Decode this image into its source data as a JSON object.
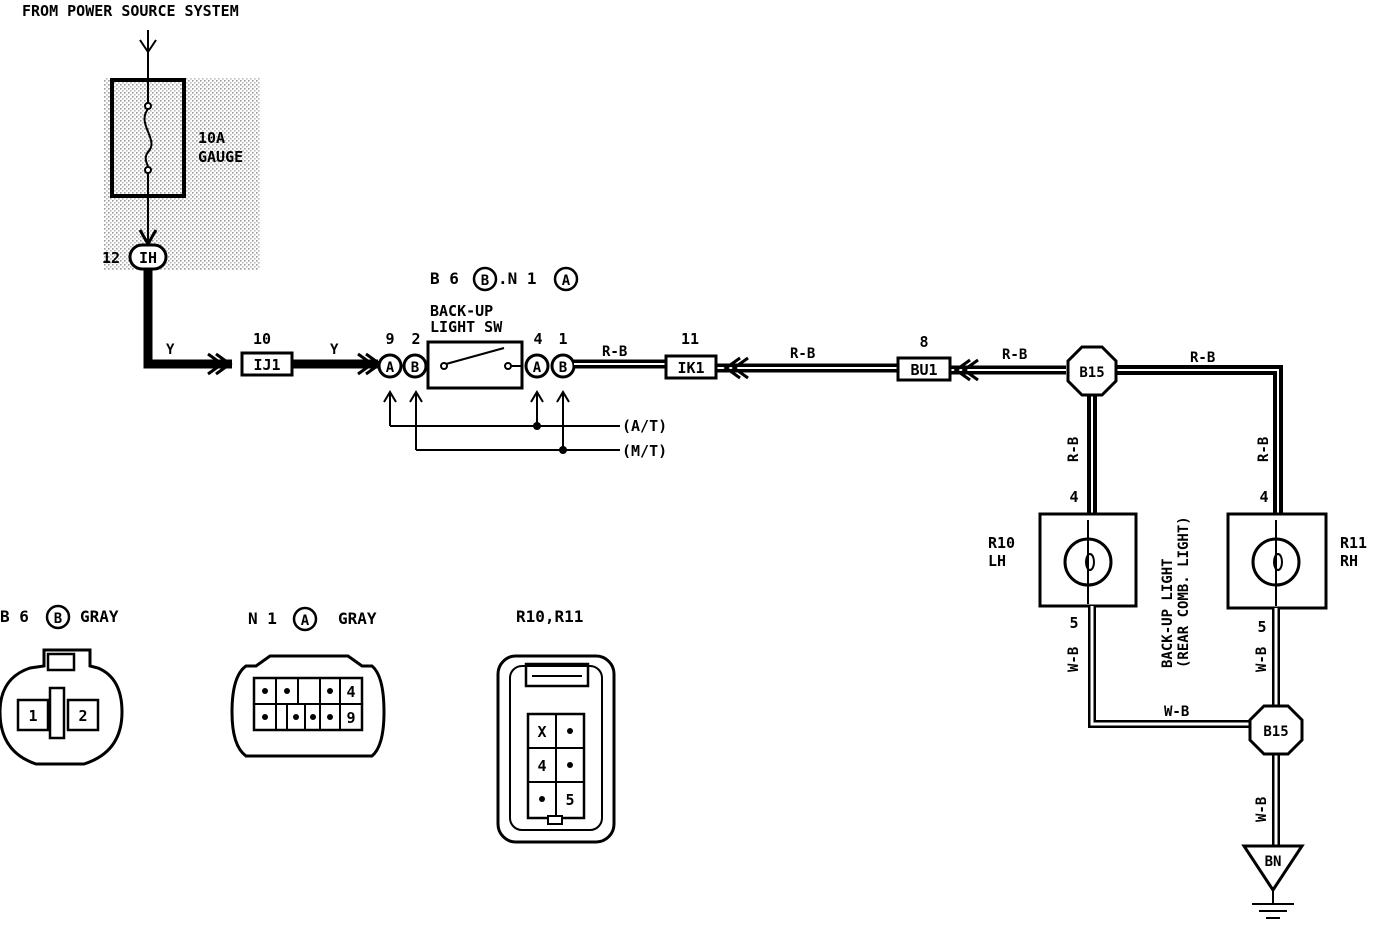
{
  "source_label": "FROM POWER SOURCE SYSTEM",
  "fuse": {
    "rating": "10A",
    "name": "GAUGE"
  },
  "connector_ih": {
    "pin": "12",
    "code": "IH"
  },
  "wire_colors": {
    "y": "Y",
    "rb": "R-B",
    "wb": "W-B"
  },
  "junctions": {
    "ij1": {
      "pin": "10",
      "code": "IJ1"
    },
    "ik1": {
      "pin": "11",
      "code": "IK1"
    },
    "bu1": {
      "pin": "8",
      "code": "BU1"
    }
  },
  "switch": {
    "ref_prefix_b": "B 6",
    "ref_b": "B",
    "ref_sep": ".N 1",
    "ref_a": "A",
    "name_line1": "BACK-UP",
    "name_line2": "LIGHT SW",
    "pins": {
      "p9": "9",
      "p2": "2",
      "p4": "4",
      "p1": "1"
    },
    "badge_a": "A",
    "badge_b": "B"
  },
  "transmission": {
    "at": "(A/T)",
    "mt": "(M/T)"
  },
  "splice_top": "B15",
  "splice_bottom": "B15",
  "lamps": {
    "lh": {
      "ref": "R10",
      "side": "LH",
      "pin_in": "4",
      "pin_out": "5"
    },
    "rh": {
      "ref": "R11",
      "side": "RH",
      "pin_in": "4",
      "pin_out": "5"
    }
  },
  "lamp_title": {
    "line1": "BACK-UP LIGHT",
    "line2": "(REAR COMB. LIGHT)"
  },
  "ground": "BN",
  "connectors": {
    "b6": {
      "prefix": "B 6",
      "badge": "B",
      "color": "GRAY",
      "pins": [
        "1",
        "2"
      ]
    },
    "n1": {
      "prefix": "N 1",
      "badge": "A",
      "color": "GRAY",
      "pin_a": "4",
      "pin_b": "9"
    },
    "r10r11": {
      "title": "R10,R11",
      "pin_x": "X",
      "pin_4": "4",
      "pin_5": "5"
    }
  }
}
